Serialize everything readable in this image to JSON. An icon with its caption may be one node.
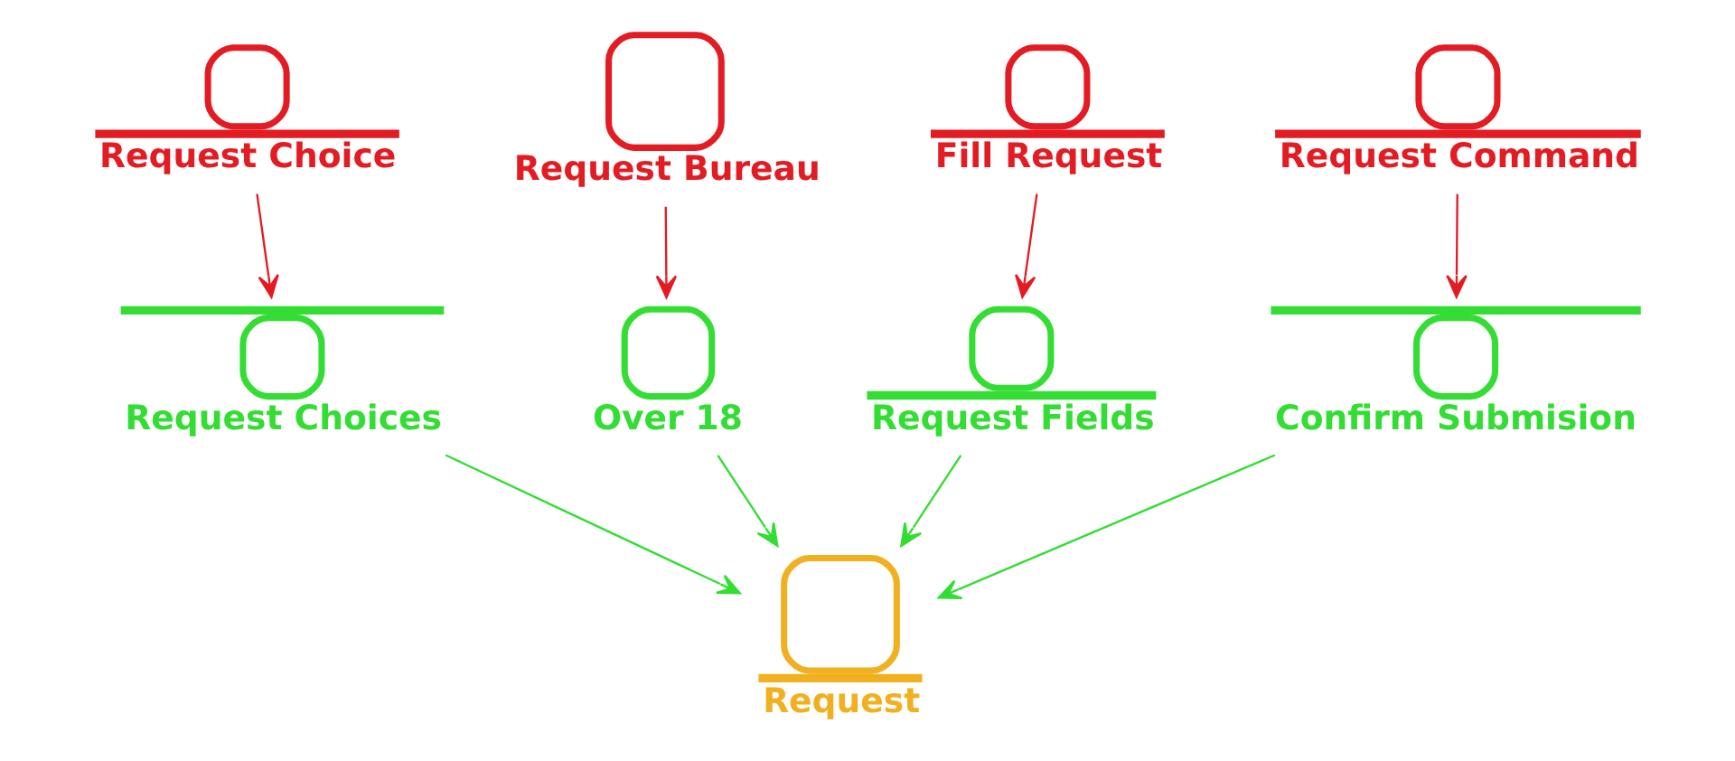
{
  "diagram": {
    "nodes": [
      {
        "text": [
          "Request Choice"
        ]
      },
      {
        "text": [
          "Request Bureau"
        ]
      },
      {
        "text": [
          "Fill Request"
        ]
      },
      {
        "text": [
          "Request Command"
        ]
      },
      {
        "text": [
          "Request Choices"
        ]
      },
      {
        "text": [
          "Over 18"
        ]
      },
      {
        "text": [
          "Request Fields"
        ]
      },
      {
        "text": [
          "Confirm Submision"
        ]
      },
      {
        "text": [
          "Request"
        ]
      }
    ],
    "edges": [
      {
        "from": 0,
        "to": 4,
        "arrow": "to",
        "color": "#e31b23"
      },
      {
        "from": 1,
        "to": 5,
        "arrow": "to",
        "color": "#e31b23"
      },
      {
        "from": 2,
        "to": 6,
        "arrow": "to",
        "color": "#e31b23"
      },
      {
        "from": 3,
        "to": 7,
        "arrow": "to",
        "color": "#e31b23"
      },
      {
        "from": 4,
        "to": 8,
        "arrow": "to",
        "color": "#33dd33"
      },
      {
        "from": 5,
        "to": 8,
        "arrow": "to",
        "color": "#33dd33"
      },
      {
        "from": 6,
        "to": 8,
        "arrow": "to",
        "color": "#33dd33"
      },
      {
        "from": 7,
        "to": 8,
        "arrow": "to",
        "color": "#33dd33"
      }
    ]
  }
}
